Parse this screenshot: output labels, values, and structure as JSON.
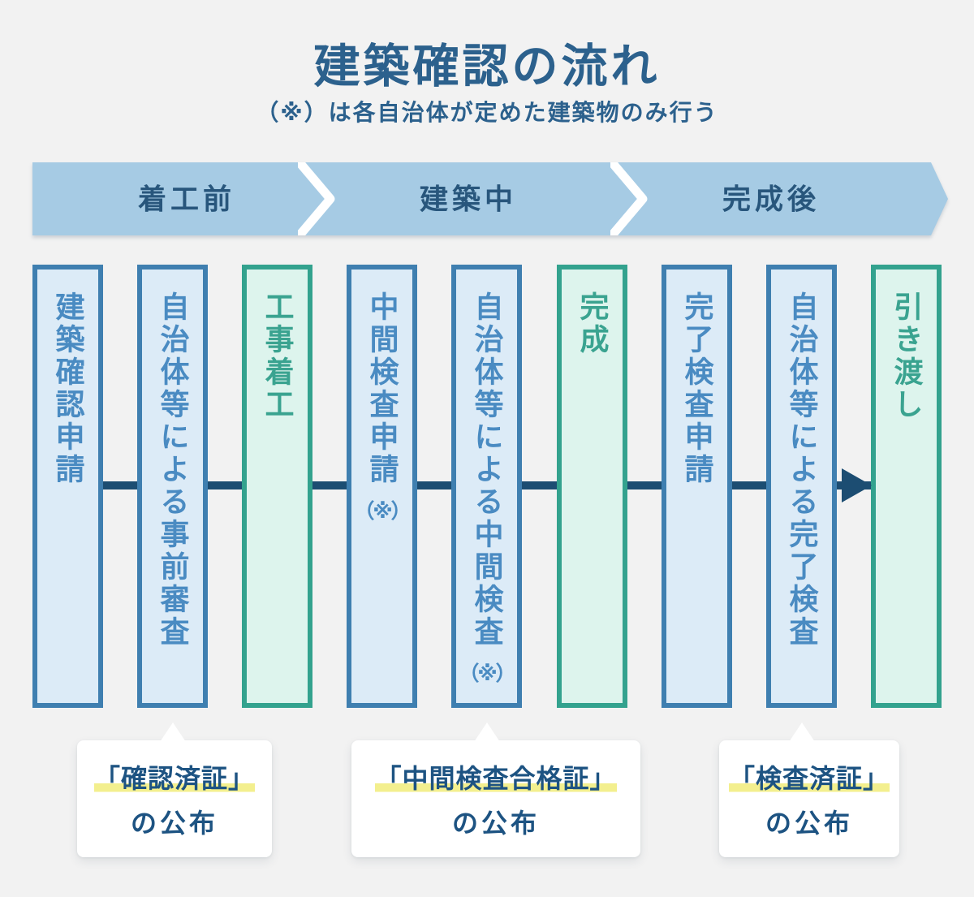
{
  "header": {
    "title": "建築確認の流れ",
    "subtitle": "（※）は各自治体が定めた建築物のみ行う"
  },
  "phases": [
    {
      "label": "着工前"
    },
    {
      "label": "建築中"
    },
    {
      "label": "完成後"
    }
  ],
  "steps": [
    {
      "label": "建築確認申請",
      "type": "application",
      "color": "blue"
    },
    {
      "label": "自治体等による事前審査",
      "type": "review",
      "color": "blue"
    },
    {
      "label": "工事着工",
      "type": "milestone",
      "color": "green"
    },
    {
      "label": "中間検査申請",
      "note": "（※）",
      "type": "application",
      "color": "blue"
    },
    {
      "label": "自治体等による中間検査",
      "note": "（※）",
      "type": "review",
      "color": "blue"
    },
    {
      "label": "完成",
      "type": "milestone",
      "color": "green"
    },
    {
      "label": "完了検査申請",
      "type": "application",
      "color": "blue"
    },
    {
      "label": "自治体等による完了検査",
      "type": "review",
      "color": "blue"
    },
    {
      "label": "引き渡し",
      "type": "milestone",
      "color": "green"
    }
  ],
  "callouts": [
    {
      "highlighted": "「確認済証」",
      "suffix": "の公布"
    },
    {
      "highlighted": "「中間検査合格証」",
      "suffix": "の公布"
    },
    {
      "highlighted": "「検査済証」",
      "suffix": "の公布"
    }
  ],
  "colors": {
    "background": "#f2f2f2",
    "title_text": "#2c618d",
    "phase_bar_fill": "#a6cbe4",
    "phase_text": "#28567c",
    "step_blue_fill": "#dcebf7",
    "step_blue_border": "#3f7fb0",
    "step_blue_text": "#4a8bc2",
    "step_green_fill": "#ddf4ed",
    "step_green_border": "#33a28e",
    "step_green_text": "#3aa390",
    "flow_line": "#1c4d72",
    "callout_background": "#ffffff",
    "callout_text": "#1d5382",
    "highlight_yellow": "#f3ef8e"
  }
}
